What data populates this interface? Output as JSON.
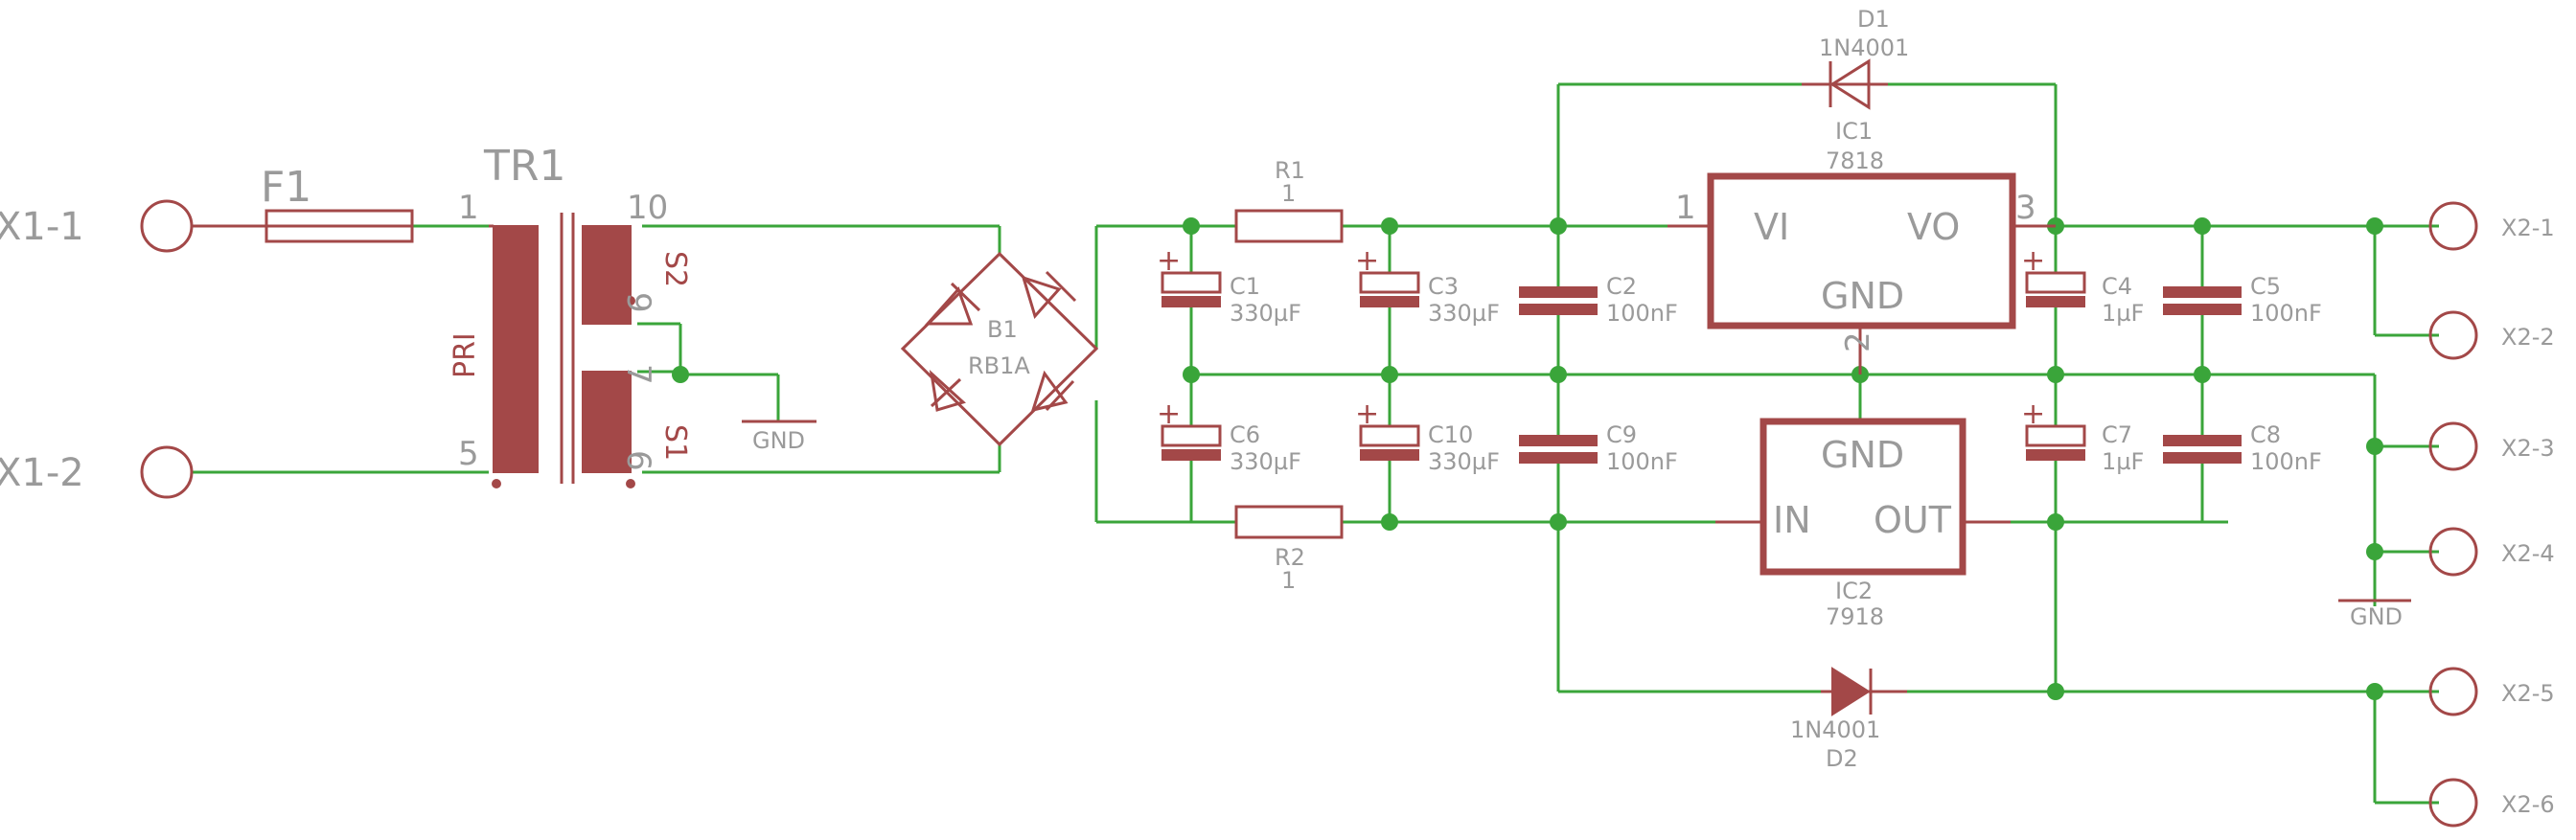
{
  "colors": {
    "wire": "#3aa53a",
    "part": "#a34848",
    "junction": "#3aa53a",
    "text": "#9a9a9a"
  },
  "fuse": {
    "name": "F1"
  },
  "transformer": {
    "name": "TR1",
    "primary_label": "PRI",
    "secondary_top_label": "S2",
    "secondary_bottom_label": "S1",
    "pins": {
      "p1": "1",
      "p5": "5",
      "p10": "10",
      "p9": "9",
      "p7": "7",
      "p6": "6"
    }
  },
  "bridge": {
    "name": "B1",
    "value": "RB1A"
  },
  "gnd": {
    "label": "GND"
  },
  "resistors": [
    {
      "name": "R1",
      "value": "1"
    },
    {
      "name": "R2",
      "value": "1"
    }
  ],
  "capacitors": [
    {
      "name": "C1",
      "value": "330µF"
    },
    {
      "name": "C3",
      "value": "330µF"
    },
    {
      "name": "C2",
      "value": "100nF"
    },
    {
      "name": "C6",
      "value": "330µF"
    },
    {
      "name": "C10",
      "value": "330µF"
    },
    {
      "name": "C9",
      "value": "100nF"
    },
    {
      "name": "C4",
      "value": "1µF"
    },
    {
      "name": "C5",
      "value": "100nF"
    },
    {
      "name": "C7",
      "value": "1µF"
    },
    {
      "name": "C8",
      "value": "100nF"
    }
  ],
  "ic1": {
    "name": "IC1",
    "value": "7818",
    "in": "VI",
    "out": "VO",
    "gnd": "GND",
    "pin1": "1",
    "pin2": "2",
    "pin3": "3"
  },
  "ic2": {
    "name": "IC2",
    "value": "7918",
    "in": "IN",
    "out": "OUT",
    "gnd": "GND"
  },
  "diodes": [
    {
      "name": "D1",
      "value": "1N4001"
    },
    {
      "name": "D2",
      "value": "1N4001"
    }
  ],
  "terminals": {
    "x1_1": "X1-1",
    "x1_2": "X1-2",
    "x2_1": "X2-1",
    "x2_2": "X2-2",
    "x2_3": "X2-3",
    "x2_4": "X2-4",
    "x2_5": "X2-5",
    "x2_6": "X2-6"
  },
  "polarity_mark": "+"
}
